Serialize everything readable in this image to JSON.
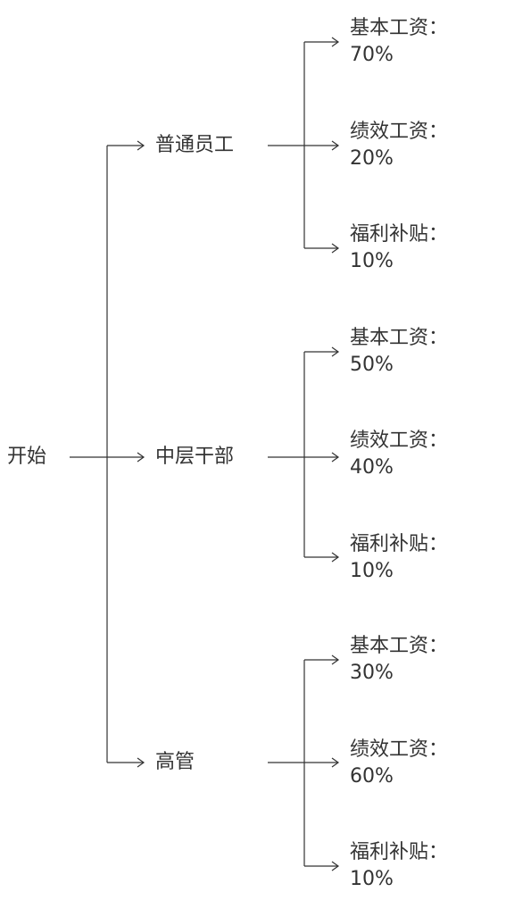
{
  "root": {
    "label": "开始"
  },
  "groups": [
    {
      "label": "普通员工",
      "items": [
        {
          "name": "基本工资：",
          "value": "70%"
        },
        {
          "name": "绩效工资：",
          "value": "20%"
        },
        {
          "name": "福利补贴：",
          "value": "10%"
        }
      ]
    },
    {
      "label": "中层干部",
      "items": [
        {
          "name": "基本工资：",
          "value": "50%"
        },
        {
          "name": "绩效工资：",
          "value": "40%"
        },
        {
          "name": "福利补贴：",
          "value": "10%"
        }
      ]
    },
    {
      "label": "高管",
      "items": [
        {
          "name": "基本工资：",
          "value": "30%"
        },
        {
          "name": "绩效工资：",
          "value": "60%"
        },
        {
          "name": "福利补贴：",
          "value": "10%"
        }
      ]
    }
  ],
  "colors": {
    "line": "#333333",
    "text": "#333333",
    "background": "#ffffff"
  }
}
